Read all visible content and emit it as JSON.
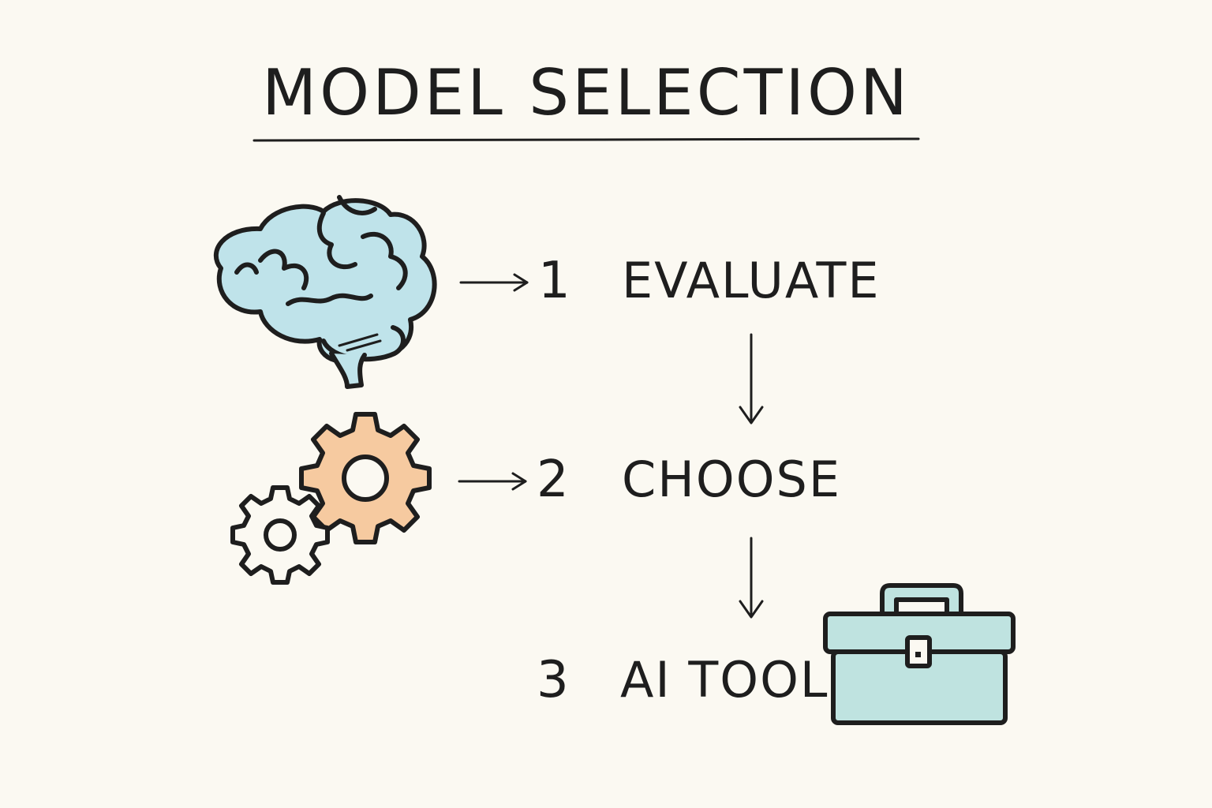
{
  "diagram": {
    "title": "MODEL SELECTION",
    "steps": [
      {
        "number": "1",
        "label": "EVALUATE",
        "icon": "brain-icon"
      },
      {
        "number": "2",
        "label": "CHOOSE",
        "icon": "gears-icon"
      },
      {
        "number": "3",
        "label": "AI TOOL",
        "icon": "toolbox-icon"
      }
    ],
    "colors": {
      "background": "#fbf9f2",
      "ink": "#1e1e1e",
      "brain_fill": "#bfe3ea",
      "gear_fill": "#f6caa0",
      "toolbox_fill": "#bfe3e0"
    }
  }
}
